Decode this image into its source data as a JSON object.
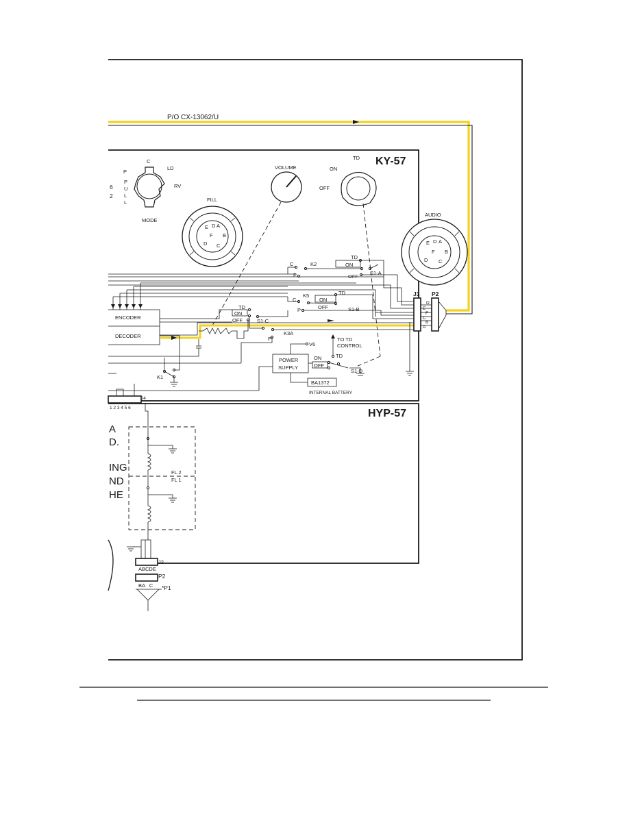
{
  "title_bar": {
    "cable_label": "P/O CX-13062/U"
  },
  "ky57": {
    "name": "KY-57",
    "controls": {
      "mode": {
        "label": "MODE",
        "positions": [
          "C",
          "LD",
          "RV",
          "P",
          "P U L L"
        ]
      },
      "fill": {
        "label": "FILL"
      },
      "volume": {
        "label": "VOLUME"
      },
      "td": {
        "label": "TD",
        "positions": [
          "ON",
          "OFF"
        ]
      },
      "audio": {
        "label": "AUDIO"
      }
    },
    "left_edge_fragments": [
      "6",
      "2"
    ],
    "connector_pins": [
      "E",
      "D",
      "A",
      "F",
      "C",
      "B",
      "D"
    ],
    "connector_pins_right": [
      "E",
      "D",
      "A",
      "F",
      "B",
      "D",
      "C"
    ],
    "switches": {
      "k2": {
        "name": "K2",
        "c": "C",
        "p": "P",
        "td": "TD",
        "on": "ON",
        "off": "OFF",
        "pole": "S1-A"
      },
      "k5": {
        "name": "K5",
        "c": "C",
        "p": "P",
        "td": "TD",
        "on": "ON",
        "off": "OFF",
        "pole": "S1-B"
      },
      "s1c": {
        "td": "TD",
        "on": "ON",
        "off": "OFF",
        "pole": "S1-C"
      },
      "k3a": {
        "name": "K3A",
        "p": "P"
      },
      "k1": {
        "name": "K1"
      },
      "s1d": {
        "on": "ON",
        "td": "TD",
        "off": "OFF",
        "pole": "S1-D"
      }
    },
    "blocks": {
      "encoder": "ENCODER",
      "decoder": "DECODER",
      "power_supply": [
        "POWER",
        "SUPPLY"
      ],
      "battery": "BA1372",
      "battery_caption": "INTERNAL BATTERY"
    },
    "v6": "V6",
    "to_td_control": [
      "TO TD",
      "CONTROL"
    ],
    "j1": {
      "name": "J1",
      "pins": [
        "D",
        "E",
        "F",
        "C",
        "B",
        "A"
      ]
    },
    "p2": {
      "name": "P2"
    }
  },
  "hyp57": {
    "name": "HYP-57",
    "j4": {
      "name": "J4",
      "pins": "1 2 3 4 5 6"
    },
    "filters": [
      "FL 2",
      "FL 1"
    ],
    "j2": {
      "name": "J2",
      "pins": "ABCDE"
    },
    "p2": {
      "name": "P2",
      "pins": "BA   C"
    },
    "p1": {
      "name": "*P1"
    },
    "left_text_fragments": [
      "A",
      "D.",
      "ING",
      "ND",
      "HE"
    ]
  },
  "colors": {
    "signal_path": "#f2d21b",
    "line": "#1a1a1a",
    "paper": "#ffffff"
  }
}
